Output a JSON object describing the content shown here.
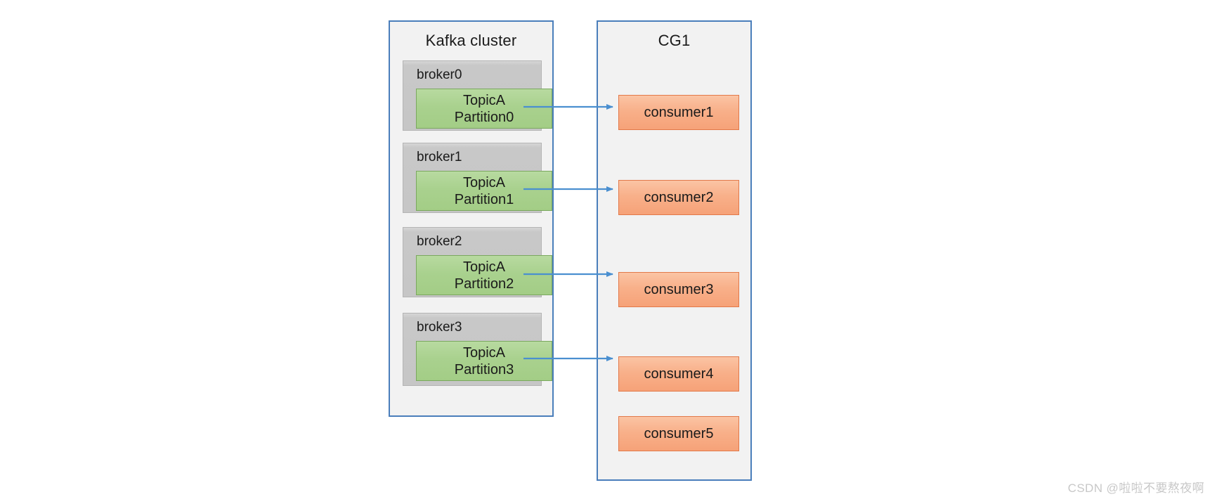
{
  "diagram": {
    "type": "kafka-consumer-group-partition-assignment",
    "colors": {
      "panel_border": "#4a7ebb",
      "panel_fill": "#f2f2f2",
      "broker_fill": "#c8c8c8",
      "broker_border": "#b4b4b4",
      "partition_fill": "#a9d18e",
      "partition_border": "#7aa85e",
      "consumer_fill": "#f8b08a",
      "consumer_border": "#e2794a",
      "arrow": "#4a8fd0",
      "text": "#1a1a1a",
      "watermark": "#c8c8c8"
    },
    "cluster": {
      "title": "Kafka cluster",
      "brokers": [
        {
          "label": "broker0",
          "partition": {
            "topic": "TopicA",
            "partition": "Partition0"
          }
        },
        {
          "label": "broker1",
          "partition": {
            "topic": "TopicA",
            "partition": "Partition1"
          }
        },
        {
          "label": "broker2",
          "partition": {
            "topic": "TopicA",
            "partition": "Partition2"
          }
        },
        {
          "label": "broker3",
          "partition": {
            "topic": "TopicA",
            "partition": "Partition3"
          }
        }
      ]
    },
    "consumer_group": {
      "title": "CG1",
      "consumers": [
        {
          "label": "consumer1",
          "has_assignment": true
        },
        {
          "label": "consumer2",
          "has_assignment": true
        },
        {
          "label": "consumer3",
          "has_assignment": true
        },
        {
          "label": "consumer4",
          "has_assignment": true
        },
        {
          "label": "consumer5",
          "has_assignment": false
        }
      ]
    },
    "connections": [
      {
        "from": "TopicA Partition0",
        "to": "consumer1"
      },
      {
        "from": "TopicA Partition1",
        "to": "consumer2"
      },
      {
        "from": "TopicA Partition2",
        "to": "consumer3"
      },
      {
        "from": "TopicA Partition3",
        "to": "consumer4"
      }
    ]
  },
  "watermark": "CSDN @啦啦不要熬夜啊"
}
